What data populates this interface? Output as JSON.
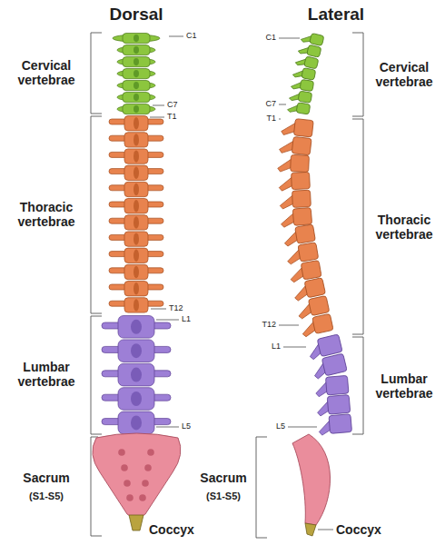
{
  "diagram": {
    "labels": [
      "Dorsal",
      "Lateral",
      "Cervical vertebrae",
      "Thoracic vertebrae",
      "Lumbar vertebrae",
      "Sacrum",
      "(S1-S5)",
      "Coccyx",
      "C1",
      "C7",
      "T1",
      "T12",
      "L1",
      "L5",
      "C1",
      "C7",
      "T1",
      "T12",
      "L1",
      "L5",
      "Cervical vertebrae",
      "Thoracic vertebrae",
      "Lumbar vertebrae",
      "Sacrum",
      "(S1-S5)",
      "Coccyx"
    ]
  }
}
